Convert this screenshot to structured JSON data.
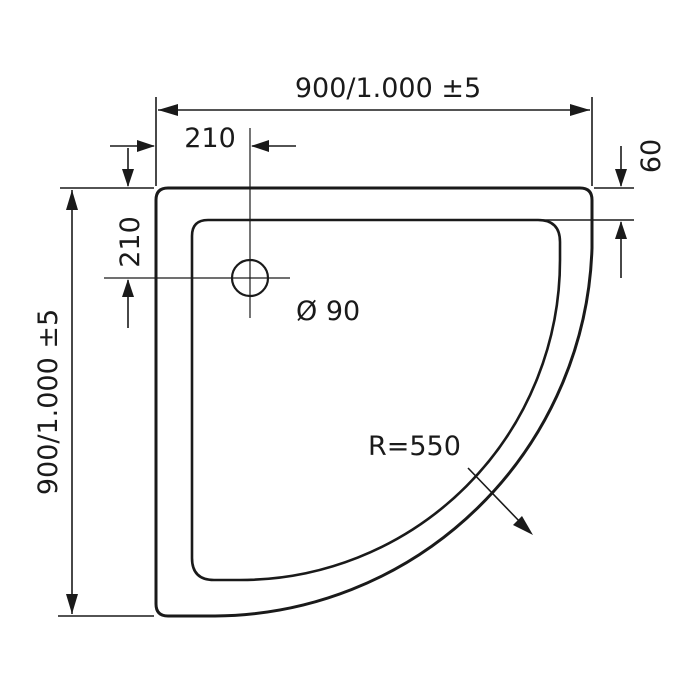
{
  "labels": {
    "width": "900/1.000 ±5",
    "height": "900/1.000 ±5",
    "drain_offset_x": "210",
    "drain_offset_y": "210",
    "rim_width": "60",
    "drain_diameter": "Ø 90",
    "radius": "R=550"
  }
}
